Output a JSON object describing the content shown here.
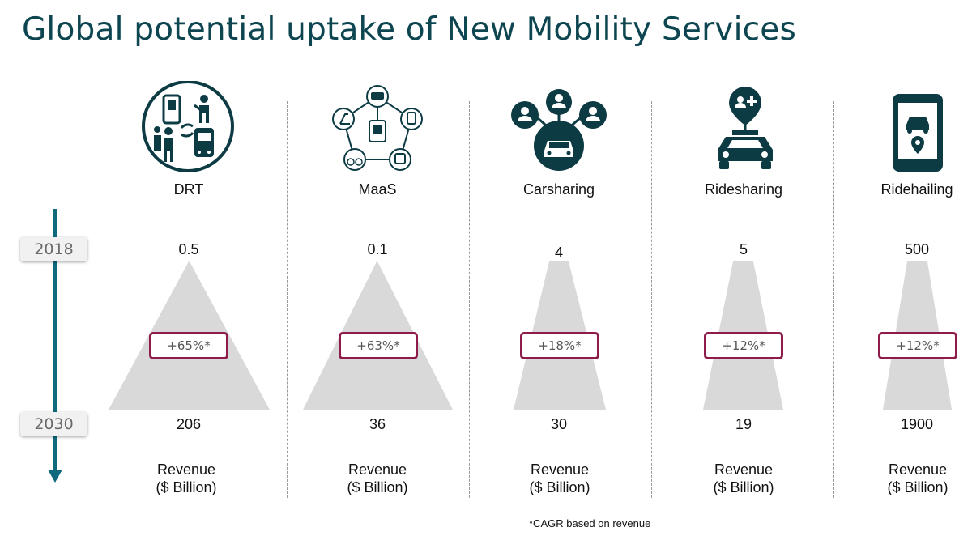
{
  "title": "Global potential uptake of New Mobility Services",
  "years": {
    "start": "2018",
    "end": "2030"
  },
  "metric_label": {
    "line1": "Revenue",
    "line2": "($ Billion)"
  },
  "footnote": "*CAGR based on revenue",
  "colors": {
    "title": "#0d4650",
    "icon": "#0d3b44",
    "timeline": "#0f6a7e",
    "shape": "#d9d9d9",
    "cagr_border": "#8d1c4b"
  },
  "chart_data": {
    "type": "table",
    "title": "Global potential uptake of New Mobility Services",
    "categories": [
      "DRT",
      "MaaS",
      "Carsharing",
      "Ridesharing",
      "Ridehailing"
    ],
    "series": [
      {
        "name": "2018",
        "values": [
          0.5,
          0.1,
          4,
          5,
          500
        ]
      },
      {
        "name": "2030",
        "values": [
          206,
          36,
          30,
          19,
          1900
        ]
      }
    ],
    "cagr": [
      "+65%*",
      "+63%*",
      "+18%*",
      "+12%*",
      "+12%*"
    ],
    "items": [
      {
        "name": "DRT",
        "icon": "drt-icon",
        "v2018": "0.5",
        "v2030": "206",
        "cagr": "+65%*"
      },
      {
        "name": "MaaS",
        "icon": "maas-icon",
        "v2018": "0.1",
        "v2030": "36",
        "cagr": "+63%*"
      },
      {
        "name": "Carsharing",
        "icon": "carsharing-icon",
        "v2018": "4",
        "v2030": "30",
        "cagr": "+18%*"
      },
      {
        "name": "Ridesharing",
        "icon": "ridesharing-icon",
        "v2018": "5",
        "v2030": "19",
        "cagr": "+12%*"
      },
      {
        "name": "Ridehailing",
        "icon": "ridehailing-icon",
        "v2018": "500",
        "v2030": "1900",
        "cagr": "+12%*"
      }
    ]
  }
}
